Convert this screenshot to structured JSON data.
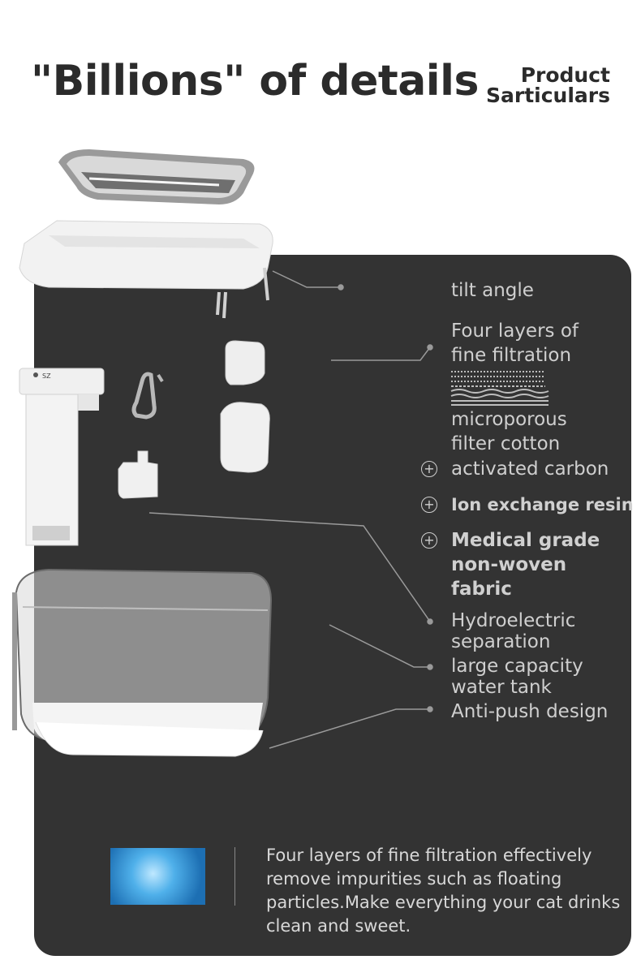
{
  "header": {
    "title": "\"Billions\" of details",
    "subtitle_line1": "Product",
    "subtitle_line2": "Sarticulars"
  },
  "features": {
    "tilt_angle": "tilt angle",
    "filtration_line1": "Four layers of",
    "filtration_line2": "fine filtration",
    "microporous_line1": "microporous",
    "microporous_line2": "filter cotton",
    "activated_carbon": "activated carbon",
    "ion_exchange": "Ion exchange resin",
    "medical_line1": "Medical grade",
    "medical_line2": "non-woven",
    "medical_line3": "fabric",
    "hydro_line1": "Hydroelectric",
    "hydro_line2": "separation",
    "capacity_line1": "large capacity",
    "capacity_line2": "water tank",
    "anti_push": "Anti-push design",
    "plus_symbol": "+"
  },
  "device": {
    "display_text": "SZ"
  },
  "footer": {
    "description": "Four layers of fine filtration effectively remove impurities such as floating particles.Make everything your cat drinks clean and sweet."
  }
}
